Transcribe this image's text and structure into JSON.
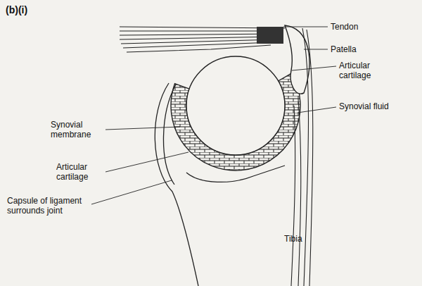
{
  "diagram": {
    "title": "(b)(i)",
    "labels": [
      "Tendon",
      "Patella",
      "Articular cartilage",
      "Synovial fluid",
      "Synovial membrane",
      "Articular cartilage",
      "Capsule of ligament surrounds joint",
      "Tibia"
    ]
  }
}
